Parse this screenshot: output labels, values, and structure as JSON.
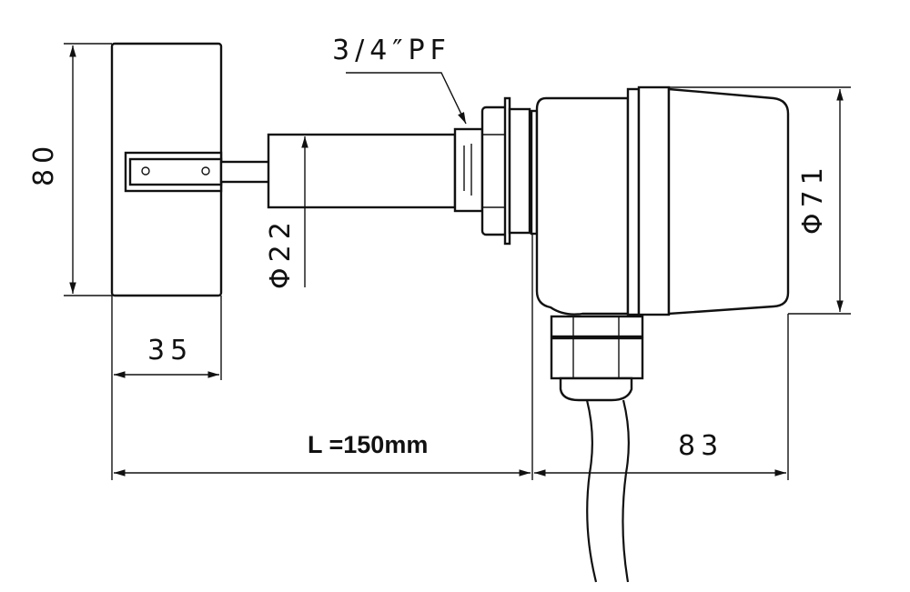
{
  "labels": {
    "thread": "3/4″PF",
    "paddle_height": "80",
    "tube_diameter": "Φ22",
    "paddle_width": "35",
    "length": "L =150mm",
    "housing_length": "83",
    "housing_diameter": "Φ71"
  }
}
